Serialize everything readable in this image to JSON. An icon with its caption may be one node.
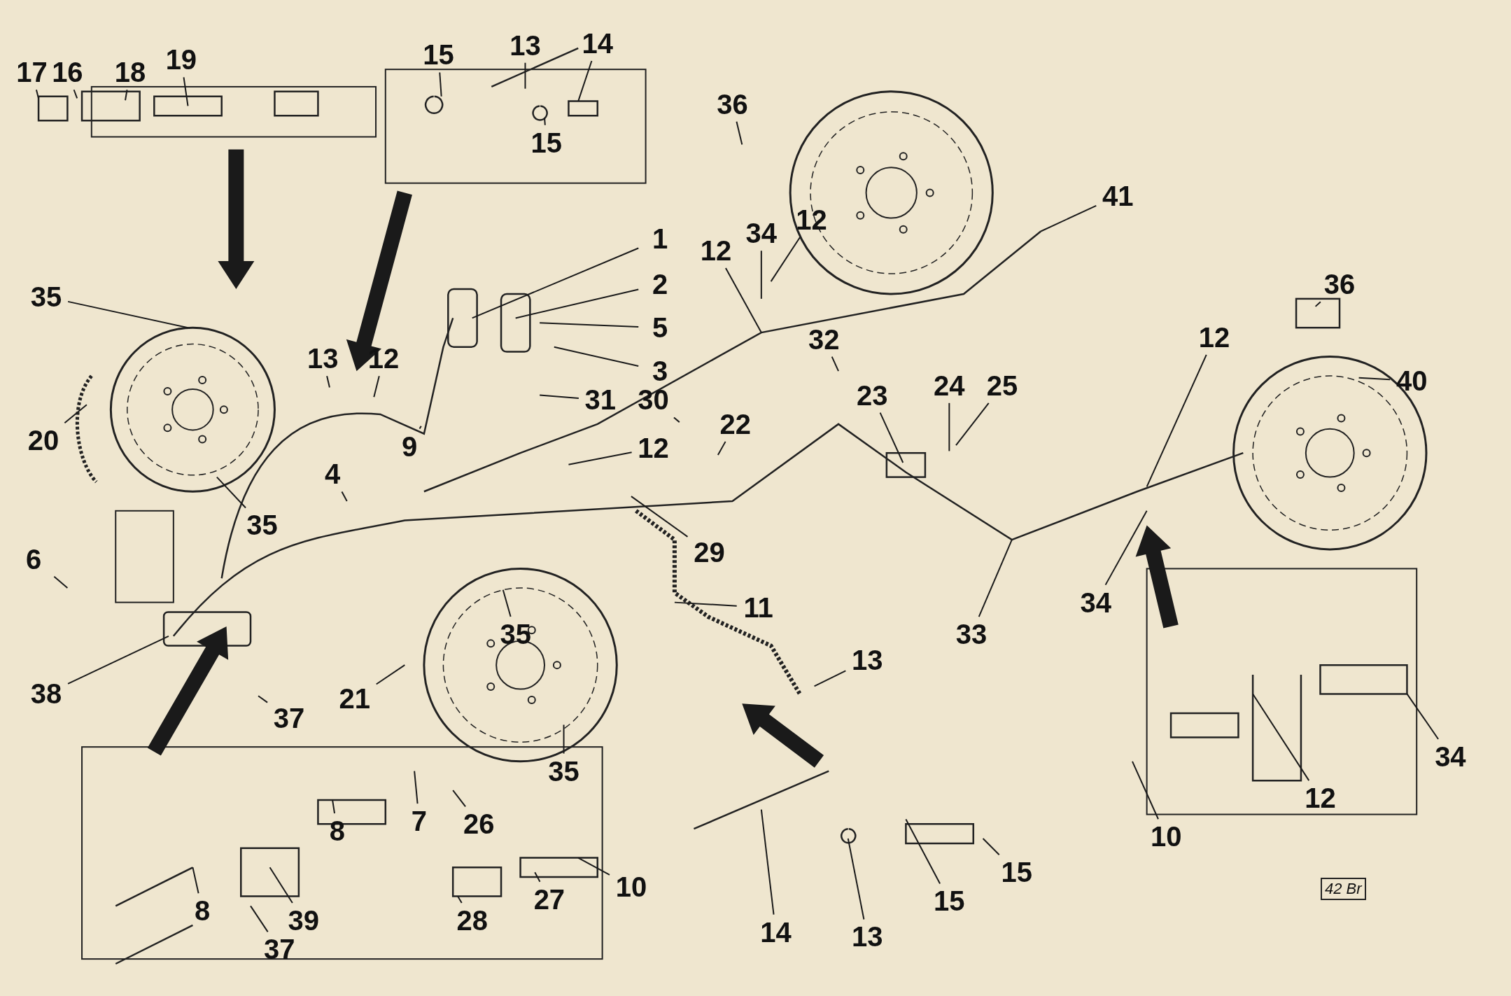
{
  "diagram": {
    "nodes": [
      {
        "text": [
          "17"
        ]
      },
      {
        "text": [
          "16"
        ]
      },
      {
        "text": [
          "18"
        ]
      },
      {
        "text": [
          "19"
        ]
      },
      {
        "text": [
          "15"
        ]
      },
      {
        "text": [
          "13"
        ]
      },
      {
        "text": [
          "14"
        ]
      },
      {
        "text": [
          "15"
        ]
      },
      {
        "text": [
          "36"
        ]
      },
      {
        "text": [
          "41"
        ]
      },
      {
        "text": [
          "1"
        ]
      },
      {
        "text": [
          "2"
        ]
      },
      {
        "text": [
          "34"
        ]
      },
      {
        "text": [
          "12"
        ]
      },
      {
        "text": [
          "12"
        ]
      },
      {
        "text": [
          "5"
        ]
      },
      {
        "text": [
          "3"
        ]
      },
      {
        "text": [
          "35"
        ]
      },
      {
        "text": [
          "13"
        ]
      },
      {
        "text": [
          "12"
        ]
      },
      {
        "text": [
          "32"
        ]
      },
      {
        "text": [
          "36"
        ]
      },
      {
        "text": [
          "12"
        ]
      },
      {
        "text": [
          "40"
        ]
      },
      {
        "text": [
          "23"
        ]
      },
      {
        "text": [
          "24"
        ]
      },
      {
        "text": [
          "25"
        ]
      },
      {
        "text": [
          "31"
        ]
      },
      {
        "text": [
          "30"
        ]
      },
      {
        "text": [
          "22"
        ]
      },
      {
        "text": [
          "12"
        ]
      },
      {
        "text": [
          "20"
        ]
      },
      {
        "text": [
          "9"
        ]
      },
      {
        "text": [
          "4"
        ]
      },
      {
        "text": [
          "35"
        ]
      },
      {
        "text": [
          "6"
        ]
      },
      {
        "text": [
          "29"
        ]
      },
      {
        "text": [
          "11"
        ]
      },
      {
        "text": [
          "35"
        ]
      },
      {
        "text": [
          "33"
        ]
      },
      {
        "text": [
          "34"
        ]
      },
      {
        "text": [
          "13"
        ]
      },
      {
        "text": [
          "38"
        ]
      },
      {
        "text": [
          "37"
        ]
      },
      {
        "text": [
          "21"
        ]
      },
      {
        "text": [
          "35"
        ]
      },
      {
        "text": [
          "10"
        ]
      },
      {
        "text": [
          "34"
        ]
      },
      {
        "text": [
          "12"
        ]
      },
      {
        "text": [
          "7"
        ]
      },
      {
        "text": [
          "26"
        ]
      },
      {
        "text": [
          "8"
        ]
      },
      {
        "text": [
          "8"
        ]
      },
      {
        "text": [
          "39"
        ]
      },
      {
        "text": [
          "37"
        ]
      },
      {
        "text": [
          "28"
        ]
      },
      {
        "text": [
          "27"
        ]
      },
      {
        "text": [
          "10"
        ]
      },
      {
        "text": [
          "15"
        ]
      },
      {
        "text": [
          "13"
        ]
      },
      {
        "text": [
          "15"
        ]
      },
      {
        "text": [
          "14"
        ]
      }
    ],
    "edges": [
      {
        "from": 0,
        "to": null,
        "arrow": "none"
      },
      {
        "from": 1,
        "to": null,
        "arrow": "none"
      },
      {
        "from": 2,
        "to": null,
        "arrow": "none"
      },
      {
        "from": 3,
        "to": null,
        "arrow": "none"
      },
      {
        "from": 4,
        "to": null,
        "arrow": "none"
      },
      {
        "from": 5,
        "to": null,
        "arrow": "none"
      },
      {
        "from": 6,
        "to": null,
        "arrow": "none"
      },
      {
        "from": 7,
        "to": null,
        "arrow": "none"
      },
      {
        "from": 8,
        "to": null,
        "arrow": "none"
      },
      {
        "from": 9,
        "to": null,
        "arrow": "none"
      },
      {
        "from": 10,
        "to": null,
        "arrow": "none"
      },
      {
        "from": 11,
        "to": null,
        "arrow": "none"
      },
      {
        "from": 12,
        "to": null,
        "arrow": "none"
      },
      {
        "from": 13,
        "to": null,
        "arrow": "none"
      },
      {
        "from": 14,
        "to": null,
        "arrow": "none"
      },
      {
        "from": 15,
        "to": null,
        "arrow": "none"
      },
      {
        "from": 16,
        "to": null,
        "arrow": "none"
      },
      {
        "from": 17,
        "to": null,
        "arrow": "none"
      },
      {
        "from": 18,
        "to": null,
        "arrow": "none"
      },
      {
        "from": 19,
        "to": null,
        "arrow": "none"
      },
      {
        "from": 20,
        "to": null,
        "arrow": "none"
      },
      {
        "from": 21,
        "to": null,
        "arrow": "none"
      },
      {
        "from": 22,
        "to": null,
        "arrow": "none"
      },
      {
        "from": 23,
        "to": null,
        "arrow": "none"
      },
      {
        "from": 24,
        "to": null,
        "arrow": "none"
      },
      {
        "from": 25,
        "to": null,
        "arrow": "none"
      },
      {
        "from": 26,
        "to": null,
        "arrow": "none"
      },
      {
        "from": 27,
        "to": null,
        "arrow": "none"
      },
      {
        "from": 28,
        "to": null,
        "arrow": "none"
      },
      {
        "from": 29,
        "to": null,
        "arrow": "none"
      },
      {
        "from": 30,
        "to": null,
        "arrow": "none"
      },
      {
        "from": 31,
        "to": null,
        "arrow": "none"
      },
      {
        "from": 32,
        "to": null,
        "arrow": "none"
      },
      {
        "from": 33,
        "to": null,
        "arrow": "none"
      },
      {
        "from": 34,
        "to": null,
        "arrow": "none"
      },
      {
        "from": 35,
        "to": null,
        "arrow": "none"
      },
      {
        "from": 36,
        "to": null,
        "arrow": "none"
      },
      {
        "from": 37,
        "to": null,
        "arrow": "none"
      },
      {
        "from": 38,
        "to": null,
        "arrow": "none"
      },
      {
        "from": 39,
        "to": null,
        "arrow": "none"
      },
      {
        "from": 40,
        "to": null,
        "arrow": "none"
      },
      {
        "from": 41,
        "to": null,
        "arrow": "none"
      },
      {
        "from": 42,
        "to": null,
        "arrow": "none"
      },
      {
        "from": 43,
        "to": null,
        "arrow": "none"
      },
      {
        "from": 44,
        "to": null,
        "arrow": "none"
      },
      {
        "from": 45,
        "to": null,
        "arrow": "none"
      },
      {
        "from": 46,
        "to": null,
        "arrow": "none"
      },
      {
        "from": 47,
        "to": null,
        "arrow": "none"
      },
      {
        "from": 48,
        "to": null,
        "arrow": "none"
      },
      {
        "from": 49,
        "to": null,
        "arrow": "none"
      },
      {
        "from": 50,
        "to": null,
        "arrow": "none"
      },
      {
        "from": 51,
        "to": null,
        "arrow": "none"
      },
      {
        "from": 52,
        "to": null,
        "arrow": "none"
      },
      {
        "from": 53,
        "to": null,
        "arrow": "none"
      },
      {
        "from": 54,
        "to": null,
        "arrow": "none"
      },
      {
        "from": 55,
        "to": null,
        "arrow": "none"
      },
      {
        "from": 56,
        "to": null,
        "arrow": "none"
      },
      {
        "from": 57,
        "to": null,
        "arrow": "none"
      },
      {
        "from": 58,
        "to": null,
        "arrow": "none"
      },
      {
        "from": 59,
        "to": null,
        "arrow": "none"
      },
      {
        "from": 60,
        "to": null,
        "arrow": "none"
      },
      {
        "from": 61,
        "to": null,
        "arrow": "none"
      }
    ],
    "labels": [
      "42 Br"
    ]
  }
}
